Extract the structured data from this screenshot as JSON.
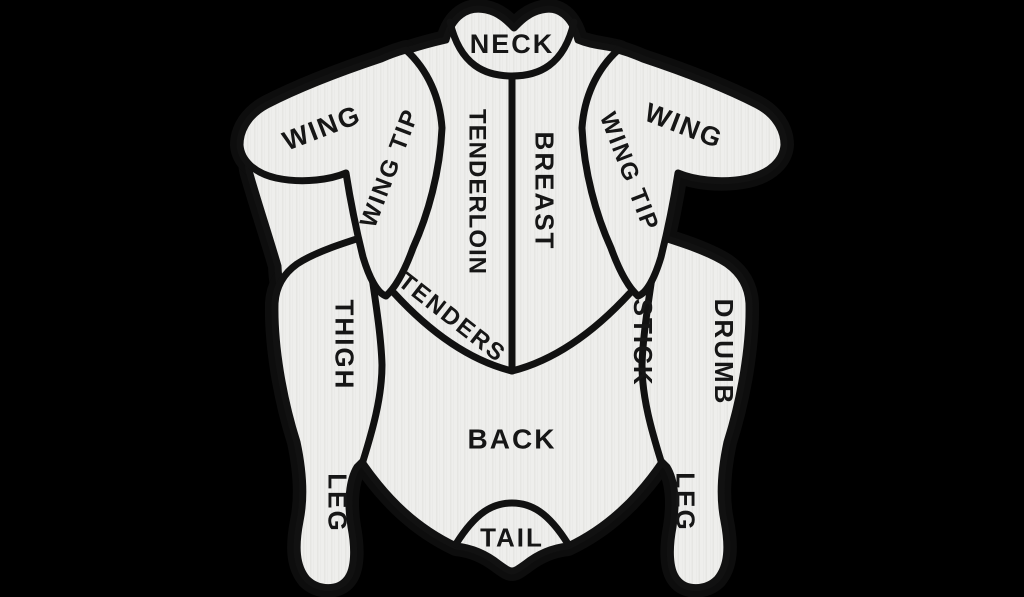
{
  "colors": {
    "background": "#000000",
    "fill": "#ededeb",
    "fill_streak": "#e4e4e1",
    "outline": "#0d0d0d",
    "label": "#161616"
  },
  "regions": {
    "neck": {
      "label": "NECK"
    },
    "wing_left": {
      "label": "WING"
    },
    "wing_right": {
      "label": "WING"
    },
    "wing_tip_left": {
      "label": "WING TIP"
    },
    "wing_tip_right": {
      "label": "WING TIP"
    },
    "tenderloin": {
      "label": "TENDERLOIN"
    },
    "breast": {
      "label": "BREAST"
    },
    "tenders": {
      "label": "TENDERS"
    },
    "thigh": {
      "label": "THIGH"
    },
    "drumstick": {
      "label": "DRUMB STICK",
      "lines": [
        "DRUMB",
        "STICK"
      ]
    },
    "back": {
      "label": "BACK"
    },
    "leg_left": {
      "label": "LEG"
    },
    "leg_right": {
      "label": "LEG"
    },
    "tail": {
      "label": "TAIL"
    }
  }
}
